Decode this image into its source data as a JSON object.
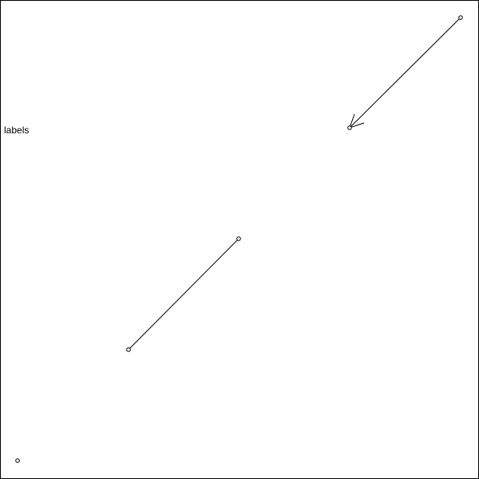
{
  "diagram": {
    "label_text": "labels",
    "colors": {
      "background": "#ffffff",
      "stroke": "#000000"
    },
    "points": [
      {
        "name": "point-a"
      },
      {
        "name": "point-b"
      },
      {
        "name": "point-c"
      },
      {
        "name": "point-d"
      },
      {
        "name": "point-e"
      }
    ],
    "connectors": [
      {
        "name": "arrow-connector",
        "from": "point-a",
        "to": "point-b",
        "arrowhead": "end"
      },
      {
        "name": "plain-connector",
        "from": "point-c",
        "to": "point-d",
        "arrowhead": "none"
      }
    ]
  }
}
